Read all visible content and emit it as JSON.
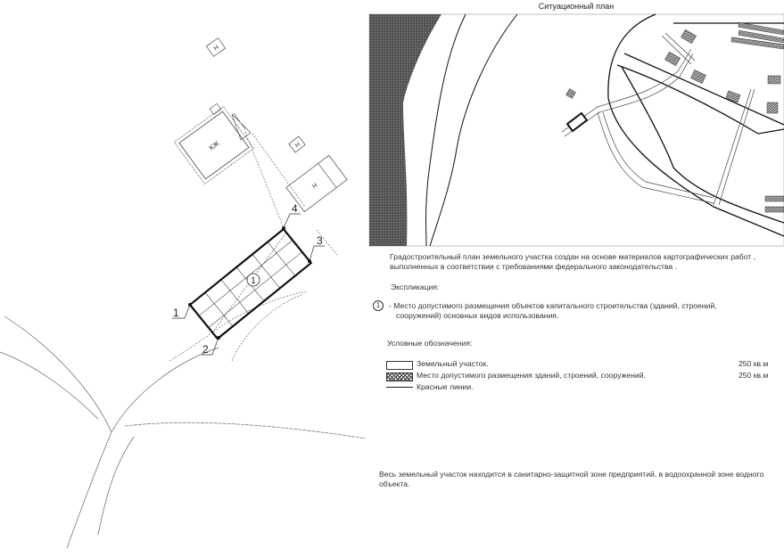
{
  "site_plan": {
    "plot_points": [
      "1",
      "2",
      "3",
      "4"
    ],
    "zone_marker": "1",
    "buildings": [
      {
        "label": "Н"
      },
      {
        "label": "КЖ"
      },
      {
        "label": "Н"
      },
      {
        "label": "Н"
      }
    ]
  },
  "situation_plan": {
    "title": "Ситуационный план"
  },
  "notes": {
    "intro_line1": "Градостроительный план земельного участка создан на основе материалов картографических работ ,",
    "intro_line2": "выполненных в соответствии с требованиями федерального законодательства .",
    "explication_title": "Экспликация:",
    "explication_marker": "1",
    "explication_line1": "- Место допустимого размещения объектов капитального строительства  (зданий, строений,",
    "explication_line2": "сооружений) основных видов использования.",
    "legend_title": "Условные обозначения:",
    "legend": [
      {
        "label": "Земельный участок.",
        "value": "250 кв.м"
      },
      {
        "label": "Место допустимого размещения зданий, строений, сооружений.",
        "value": "250 кв.м"
      },
      {
        "label": "Красные линии.",
        "value": ""
      }
    ],
    "footer_line1": "Весь земельный участок находится в санитарно-защитной зоне предприятий, в водоохранной зоне водного",
    "footer_line2": "объекта."
  }
}
